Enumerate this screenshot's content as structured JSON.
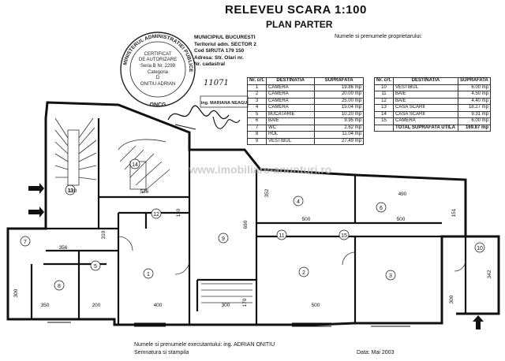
{
  "header": {
    "title": "RELEVEU SCARA 1:100",
    "subtitle": "PLAN PARTER",
    "owners_label": "Numele si prenumele proprietarului:"
  },
  "info": {
    "municipality": "MUNICIPIUL BUCURESTI",
    "sector": "Teritoriul adm. SECTOR 2",
    "siruta": "Cod SIRUTA 179 150",
    "address": "Adresa: Str. Olari nr.",
    "cadastral": "Nr. cadastral"
  },
  "stamp": {
    "ring_text": "MINISTERUL ADMINISTRATIEI PUBLICE",
    "line1": "CERTIFICAT",
    "line2": "DE AUTORIZARE",
    "line3": "Seria B Nr. 2299",
    "line4": "Categoria",
    "line5": "D",
    "line6": "ONITIU ADRIAN",
    "bottom": "ONCG"
  },
  "signature": {
    "number": "11071",
    "name_stamp": "ing. MARIANA NEAGU"
  },
  "table_headers": {
    "nr": "Nr. crt.",
    "dest": "DESTINATIA",
    "sup": "SUPRAFATA"
  },
  "rooms_left": [
    {
      "nr": "1",
      "dest": "CAMERA",
      "area": "19.86 mp"
    },
    {
      "nr": "2",
      "dest": "CAMERA",
      "area": "20.00 mp"
    },
    {
      "nr": "3",
      "dest": "CAMERA",
      "area": "25.00 mp"
    },
    {
      "nr": "4",
      "dest": "CAMERA",
      "area": "15.04 mp"
    },
    {
      "nr": "5",
      "dest": "BUCATARIE",
      "area": "10.20 mp"
    },
    {
      "nr": "6",
      "dest": "BAIE",
      "area": "9.95 mp"
    },
    {
      "nr": "7",
      "dest": "WC",
      "area": "2.62 mp"
    },
    {
      "nr": "8",
      "dest": "HOL",
      "area": "11.04 mp"
    },
    {
      "nr": "9",
      "dest": "VESTIBUL",
      "area": "27.49 mp"
    }
  ],
  "rooms_right": [
    {
      "nr": "10",
      "dest": "VESTIBUL",
      "area": "6.00 mp"
    },
    {
      "nr": "11",
      "dest": "BAIE",
      "area": "4.50 mp"
    },
    {
      "nr": "12",
      "dest": "BAIE",
      "area": "4.40 mp"
    },
    {
      "nr": "13",
      "dest": "CASA SCARII",
      "area": "18.27 mp"
    },
    {
      "nr": "14",
      "dest": "CASA SCARII",
      "area": "9.31 mp"
    },
    {
      "nr": "15",
      "dest": "CAMERA",
      "area": "6.00 mp"
    }
  ],
  "total": {
    "label": "TOTAL SUPRAFATA UTILA",
    "value": "169.87 mp"
  },
  "plan": {
    "room_numbers": [
      "1",
      "2",
      "3",
      "4",
      "5",
      "6",
      "7",
      "8",
      "9",
      "10",
      "11",
      "12",
      "13",
      "14",
      "15"
    ],
    "dims": [
      "120",
      "536",
      "310",
      "356",
      "300",
      "350",
      "200",
      "400",
      "300",
      "690",
      "500",
      "500",
      "500",
      "352",
      "490",
      "151",
      "170",
      "342",
      "110",
      "300"
    ],
    "watermark": "www.imobiliare-anunturi.ro"
  },
  "footer": {
    "executant": "Numele si prenumele executantului: ing. ADRIAN ONITIU",
    "signature_label": "Semnatura si stampila",
    "date": "Data: Mai 2003"
  }
}
